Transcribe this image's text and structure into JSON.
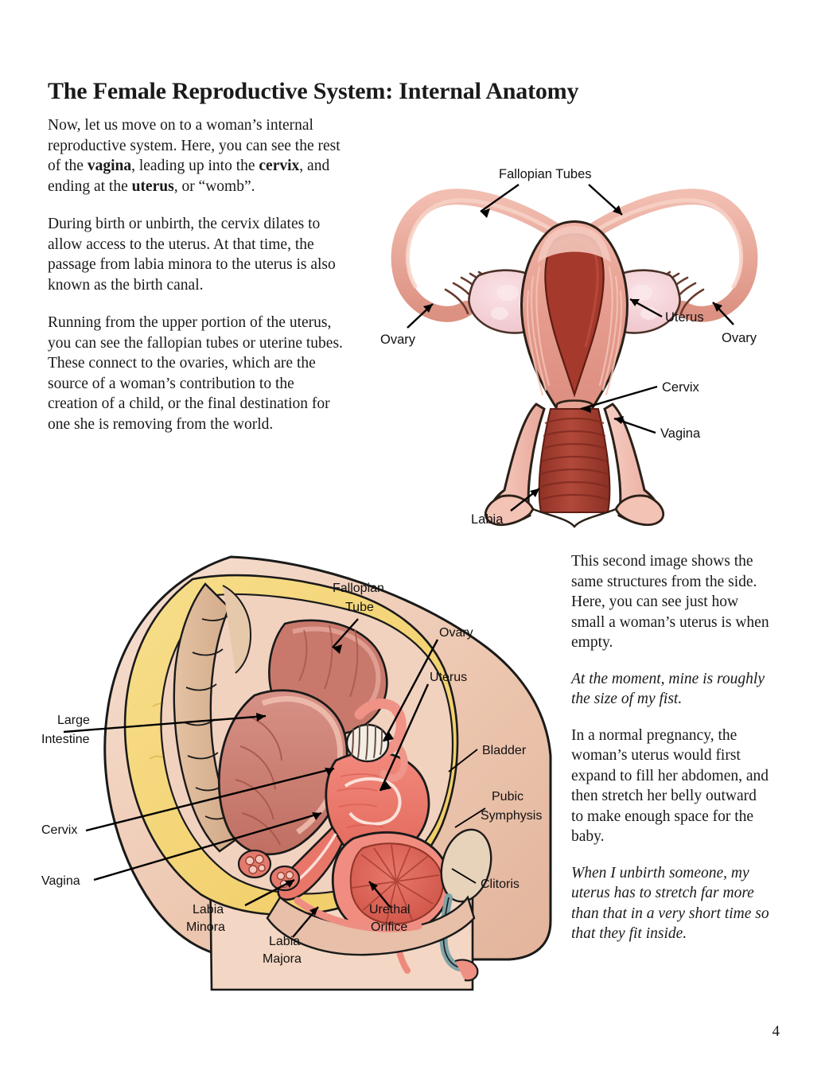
{
  "document": {
    "title": "The Female Reproductive System: Internal Anatomy",
    "page_number": "4"
  },
  "left_column": {
    "paragraph_1_part_1": "Now, let us move on to a woman’s internal reproductive system. Here, you can see the rest of the ",
    "paragraph_1_bold_1": "vagina",
    "paragraph_1_part_2": ", leading up into the ",
    "paragraph_1_bold_2": "cervix",
    "paragraph_1_part_3": ", and ending at the ",
    "paragraph_1_bold_3": "uterus",
    "paragraph_1_part_4": ", or “womb”.",
    "paragraph_2": "During birth or unbirth, the cervix dilates to allow access to the uterus. At that time, the passage from labia minora to the uterus is also known as the birth canal.",
    "paragraph_3": "Running from the upper portion of the uterus, you can see the fallopian tubes or uterine tubes. These connect to the ovaries, which are the source of a woman’s contribution to the creation of a child, or the final destination for one she is removing from the world."
  },
  "right_column": {
    "paragraph_1": "This second image shows the same structures from the side. Here, you can see just how small a woman’s uterus is when empty.",
    "paragraph_2_italic": "At the moment, mine is roughly the size of my fist.",
    "paragraph_3": "In a normal pregnancy, the woman’s uterus would first expand to fill her abdomen, and then stretch her belly outward to make enough space for the baby.",
    "paragraph_4_italic": "When I unbirth someone, my uterus has to stretch far more than that in a very short time so that they fit inside."
  },
  "figure_frontal": {
    "caption_id": "frontal-view-uterus-diagram",
    "labels": {
      "fallopian_tubes": "Fallopian Tubes",
      "ovary_left": "Ovary",
      "ovary_right": "Ovary",
      "uterus": "Uterus",
      "cervix": "Cervix",
      "vagina": "Vagina",
      "labia": "Labia"
    }
  },
  "figure_sagittal": {
    "caption_id": "sagittal-view-pelvis-diagram",
    "labels": {
      "fallopian_tube_line1": "Fallopian",
      "fallopian_tube_line2": "Tube",
      "ovary": "Ovary",
      "uterus": "Uterus",
      "bladder": "Bladder",
      "pubic_symphysis_line1": "Pubic",
      "pubic_symphysis_line2": "Symphysis",
      "clitoris": "Clitoris",
      "large_intestine_line1": "Large",
      "large_intestine_line2": "Intestine",
      "cervix": "Cervix",
      "vagina": "Vagina",
      "labia_minora_line1": "Labia",
      "labia_minora_line2": "Minora",
      "labia_majora_line1": "Labia",
      "labia_majora_line2": "Majora",
      "urethal_orifice_line1": "Urethal",
      "urethal_orifice_line2": "Orifice"
    }
  },
  "palette": {
    "tissue_pink": "#E9A295",
    "tissue_pink_light": "#F2C3B8",
    "endometrium_dark_red": "#A5392C",
    "ovary_pale": "#F3D2D6",
    "skin": "#E8BBA4",
    "skin_light": "#F4DCCB",
    "fat_yellow": "#F3D473",
    "bone_tan": "#D9B392",
    "muscle_red": "#C87265",
    "outline": "#1a1a1a"
  }
}
